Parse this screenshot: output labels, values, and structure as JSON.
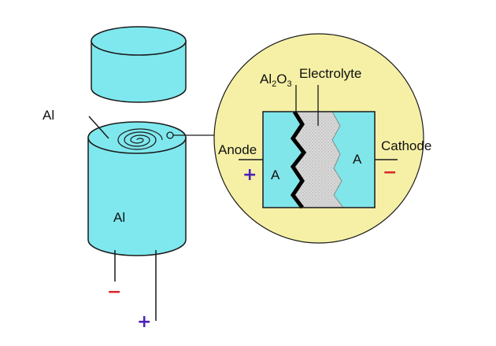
{
  "labels": {
    "al_top": "Al",
    "al_body": "Al",
    "al2o3_prefix": "Al",
    "al2o3_sub1": "2",
    "al2o3_mid": "O",
    "al2o3_sub2": "3",
    "electrolyte": "Electrolyte",
    "anode": "Anode",
    "cathode": "Cathode",
    "anode_a": "A",
    "cathode_a": "A"
  },
  "signs": {
    "anode_plus": "+",
    "cathode_minus": "−",
    "lead_minus": "−",
    "lead_plus": "+"
  },
  "colors": {
    "cylinder": "#7fe8ee",
    "magnify_circle": "#f5f0a6",
    "electrode": "#80e6ea",
    "electrolyte": "#d8d8d8",
    "oxide_line": "#000000",
    "plus": "#4b22b8",
    "minus": "#d8262a"
  }
}
